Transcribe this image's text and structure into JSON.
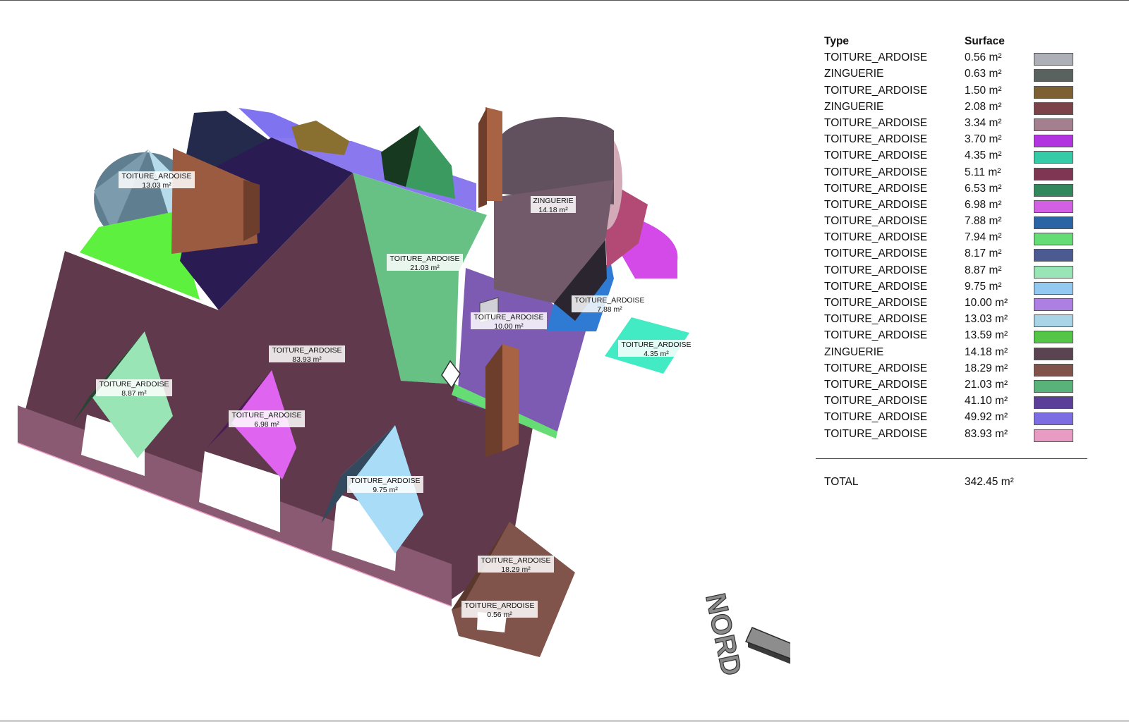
{
  "legend": {
    "header_type": "Type",
    "header_surface": "Surface",
    "rows": [
      {
        "type": "TOITURE_ARDOISE",
        "surface": "0.56 m²",
        "color": "#aeb0b8"
      },
      {
        "type": "ZINGUERIE",
        "surface": "0.63 m²",
        "color": "#5a6260"
      },
      {
        "type": "TOITURE_ARDOISE",
        "surface": "1.50 m²",
        "color": "#7d6132"
      },
      {
        "type": "ZINGUERIE",
        "surface": "2.08 m²",
        "color": "#7c4448"
      },
      {
        "type": "TOITURE_ARDOISE",
        "surface": "3.34 m²",
        "color": "#a4808f"
      },
      {
        "type": "TOITURE_ARDOISE",
        "surface": "3.70 m²",
        "color": "#b233e0"
      },
      {
        "type": "TOITURE_ARDOISE",
        "surface": "4.35 m²",
        "color": "#35cba6"
      },
      {
        "type": "TOITURE_ARDOISE",
        "surface": "5.11 m²",
        "color": "#7e3652"
      },
      {
        "type": "TOITURE_ARDOISE",
        "surface": "6.53 m²",
        "color": "#33875c"
      },
      {
        "type": "TOITURE_ARDOISE",
        "surface": "6.98 m²",
        "color": "#d160e2"
      },
      {
        "type": "TOITURE_ARDOISE",
        "surface": "7.88 m²",
        "color": "#2a64a4"
      },
      {
        "type": "TOITURE_ARDOISE",
        "surface": "7.94 m²",
        "color": "#66dd74"
      },
      {
        "type": "TOITURE_ARDOISE",
        "surface": "8.17 m²",
        "color": "#4c5a92"
      },
      {
        "type": "TOITURE_ARDOISE",
        "surface": "8.87 m²",
        "color": "#99e5b5"
      },
      {
        "type": "TOITURE_ARDOISE",
        "surface": "9.75 m²",
        "color": "#93c9f1"
      },
      {
        "type": "TOITURE_ARDOISE",
        "surface": "10.00 m²",
        "color": "#ad7fe2"
      },
      {
        "type": "TOITURE_ARDOISE",
        "surface": "13.03 m²",
        "color": "#a9d4e8"
      },
      {
        "type": "TOITURE_ARDOISE",
        "surface": "13.59 m²",
        "color": "#55c548"
      },
      {
        "type": "ZINGUERIE",
        "surface": "14.18 m²",
        "color": "#5a4452"
      },
      {
        "type": "TOITURE_ARDOISE",
        "surface": "18.29 m²",
        "color": "#80544a"
      },
      {
        "type": "TOITURE_ARDOISE",
        "surface": "21.03 m²",
        "color": "#59b27a"
      },
      {
        "type": "TOITURE_ARDOISE",
        "surface": "41.10 m²",
        "color": "#5b3e98"
      },
      {
        "type": "TOITURE_ARDOISE",
        "surface": "49.92 m²",
        "color": "#7c6ee2"
      },
      {
        "type": "TOITURE_ARDOISE",
        "surface": "83.93 m²",
        "color": "#e89cc4"
      }
    ],
    "total_label": "TOTAL",
    "total_value": "342.45 m²"
  },
  "diagram": {
    "compass_label": "NORD",
    "labels": [
      {
        "type": "TOITURE_ARDOISE",
        "area": "13.03 m²"
      },
      {
        "type": "TOITURE_ARDOISE",
        "area": "21.03 m²"
      },
      {
        "type": "ZINGUERIE",
        "area": "14.18 m²"
      },
      {
        "type": "TOITURE_ARDOISE",
        "area": "7.88 m²"
      },
      {
        "type": "TOITURE_ARDOISE",
        "area": "10.00 m²"
      },
      {
        "type": "TOITURE_ARDOISE",
        "area": "4.35 m²"
      },
      {
        "type": "TOITURE_ARDOISE",
        "area": "83.93 m²"
      },
      {
        "type": "TOITURE_ARDOISE",
        "area": "8.87 m²"
      },
      {
        "type": "TOITURE_ARDOISE",
        "area": "6.98 m²"
      },
      {
        "type": "TOITURE_ARDOISE",
        "area": "9.75 m²"
      },
      {
        "type": "TOITURE_ARDOISE",
        "area": "18.29 m²"
      },
      {
        "type": "TOITURE_ARDOISE",
        "area": "0.56 m²"
      }
    ]
  }
}
